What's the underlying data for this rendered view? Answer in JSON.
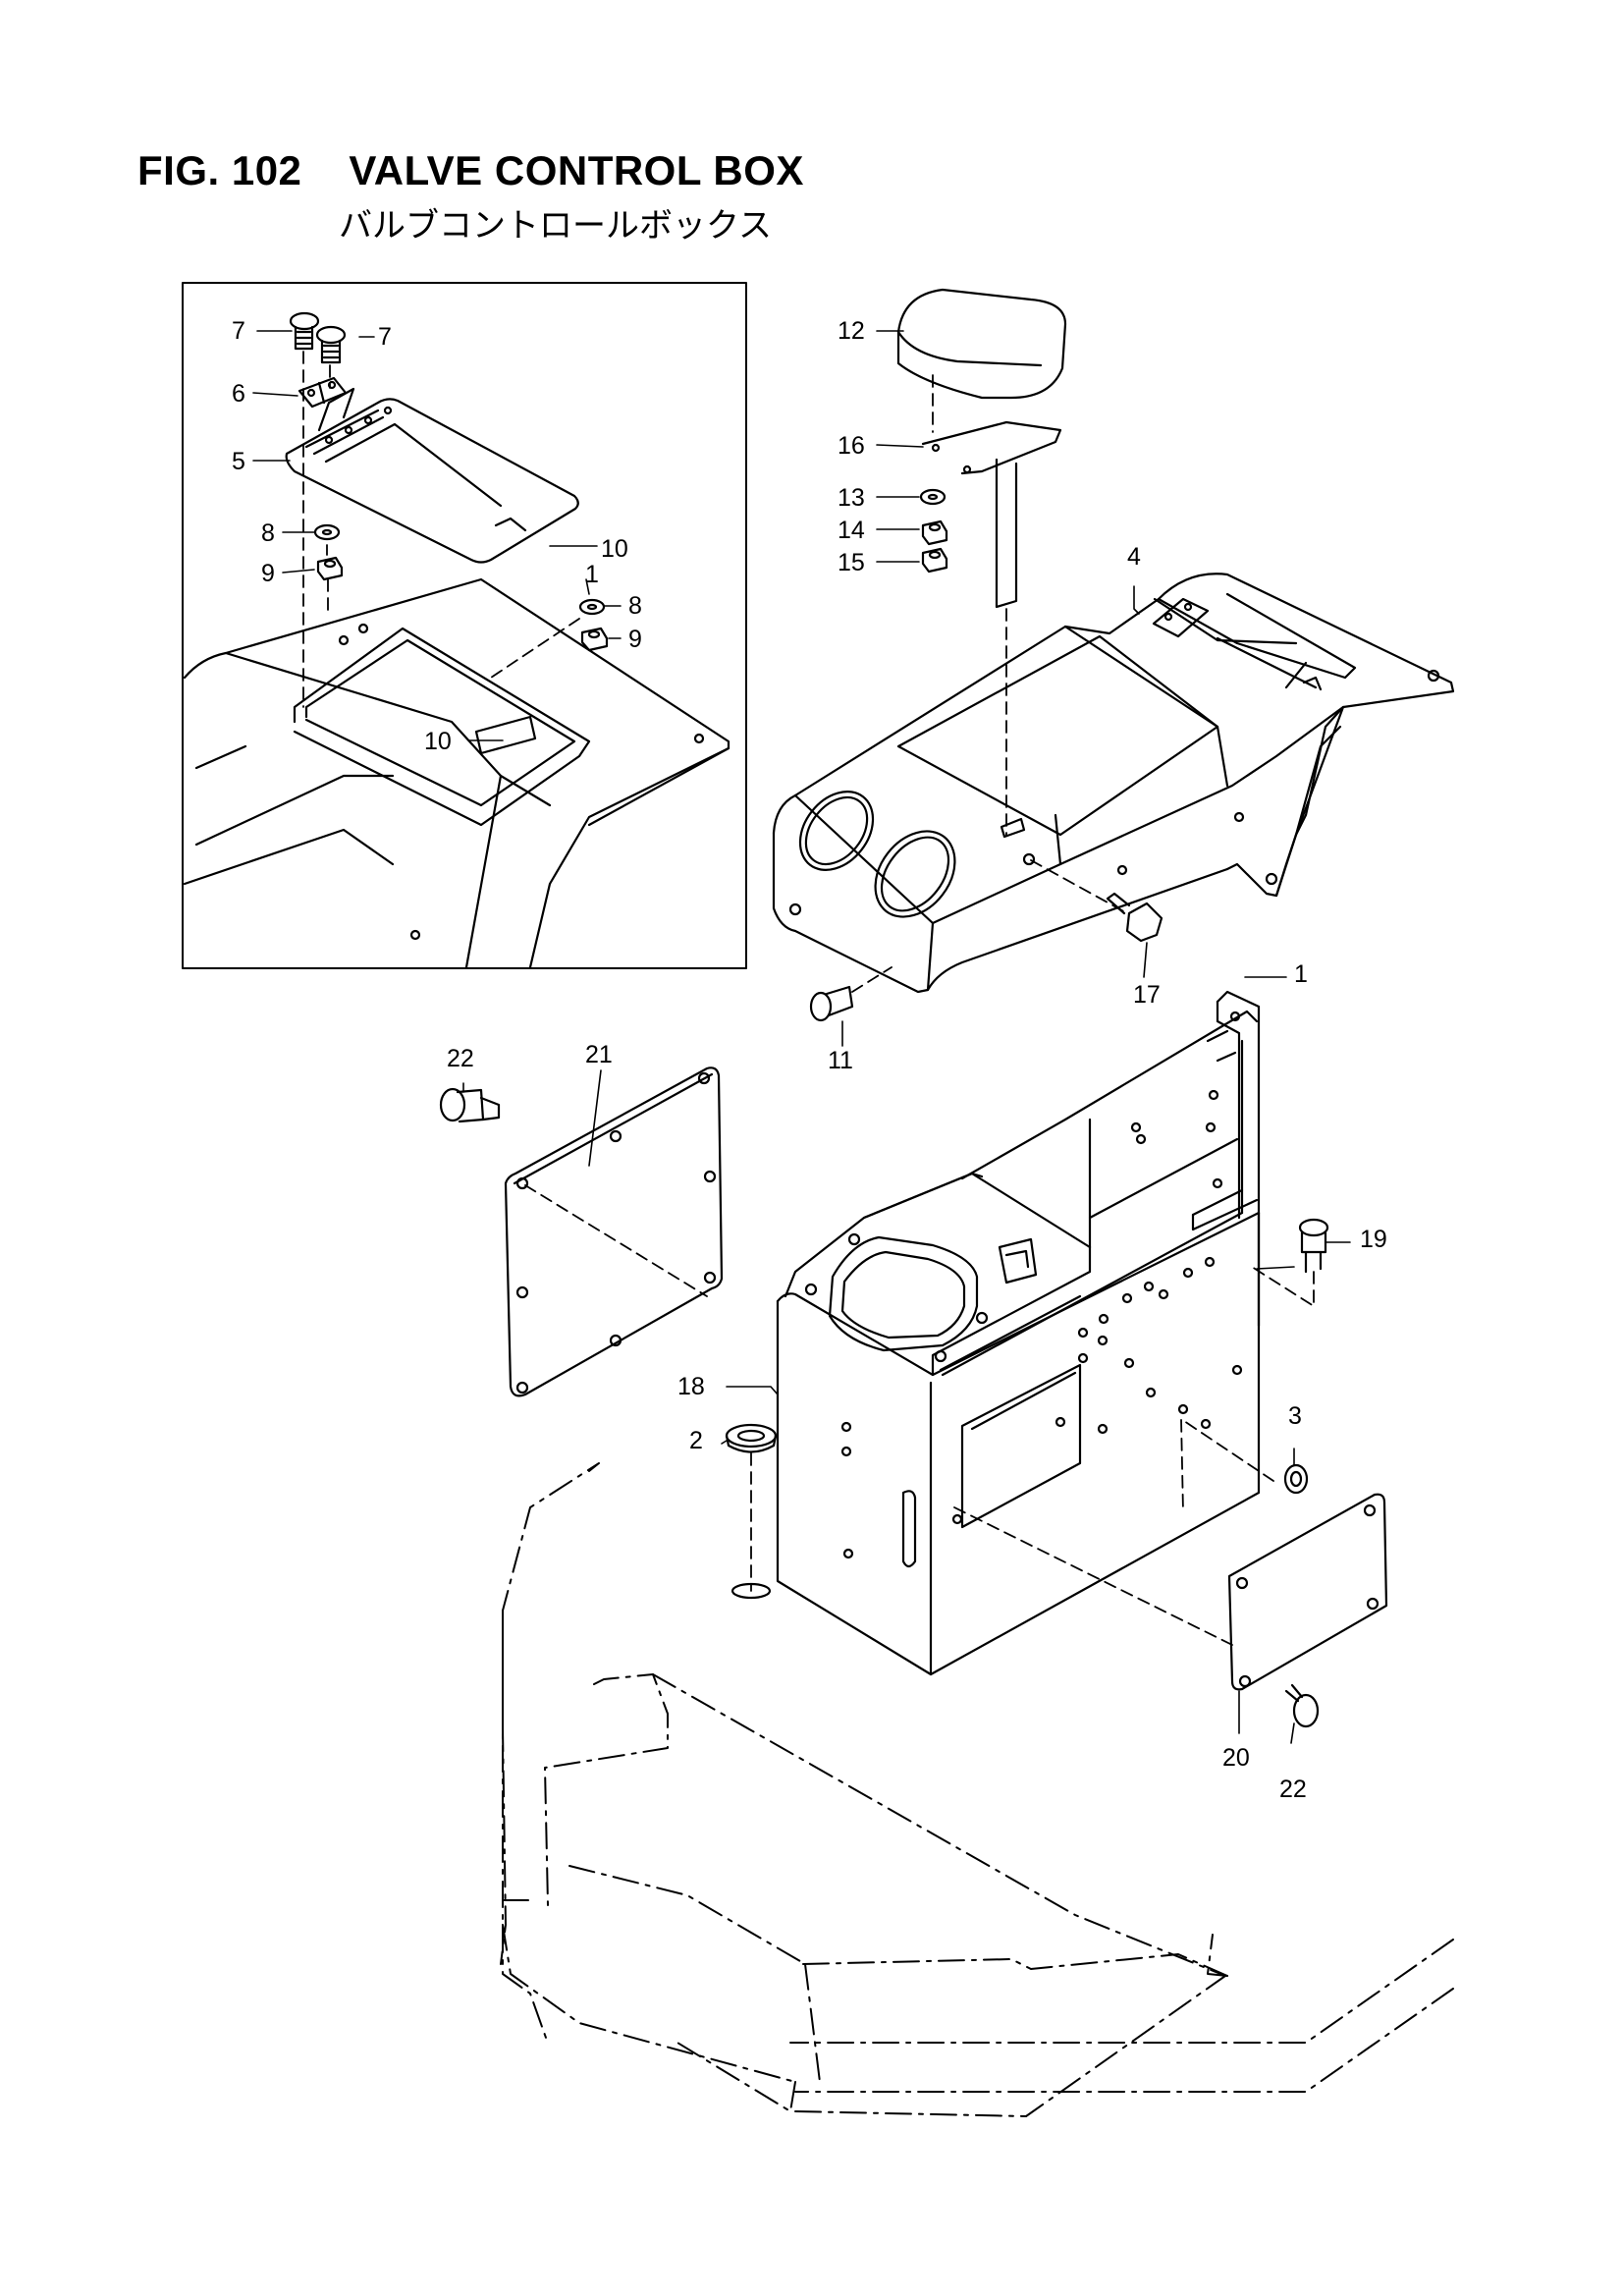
{
  "figure": {
    "number": "FIG. 102",
    "title": "VALVE CONTROL BOX",
    "subtitle": "バルブコントロールボックス"
  },
  "callouts": {
    "c1": "1",
    "c2": "2",
    "c3": "3",
    "c4": "4",
    "c5": "5",
    "c6": "6",
    "c7a": "7",
    "c7b": "7",
    "c8a": "8",
    "c8b": "8",
    "c9a": "9",
    "c9b": "9",
    "c10a": "10",
    "c10b": "10",
    "c11": "11",
    "c12": "12",
    "c13": "13",
    "c14": "14",
    "c15": "15",
    "c16": "16",
    "c17": "17",
    "c18": "18",
    "c19": "19",
    "c20": "20",
    "c21": "21",
    "c22a": "22",
    "c22b": "22"
  }
}
